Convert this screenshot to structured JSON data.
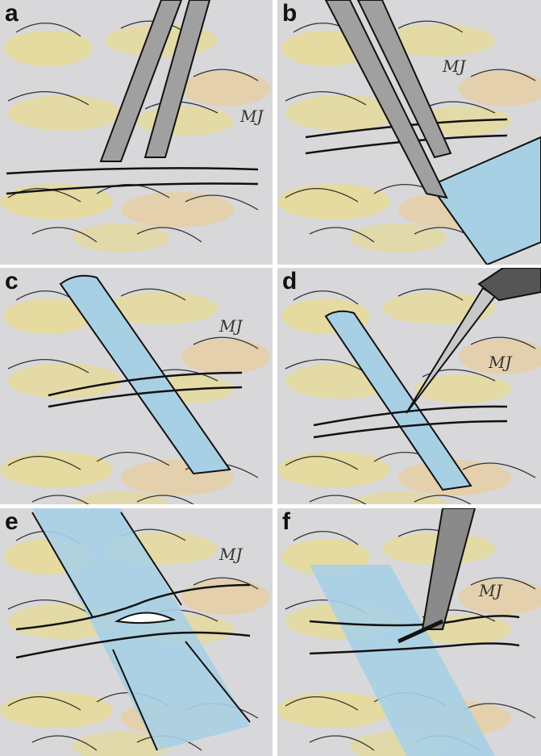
{
  "figure": {
    "panels": [
      {
        "label": "a",
        "signature": "MJ"
      },
      {
        "label": "b",
        "signature": "MJ"
      },
      {
        "label": "c",
        "signature": "MJ"
      },
      {
        "label": "d",
        "signature": "MJ"
      },
      {
        "label": "e",
        "signature": "MJ"
      },
      {
        "label": "f",
        "signature": "MJ"
      }
    ]
  },
  "colors": {
    "background": "#d8d8da",
    "fat": "#f0dc70",
    "vessel": "#a8d0e4",
    "ink": "#1a1a1a",
    "instrument": "#9a9a9a"
  }
}
